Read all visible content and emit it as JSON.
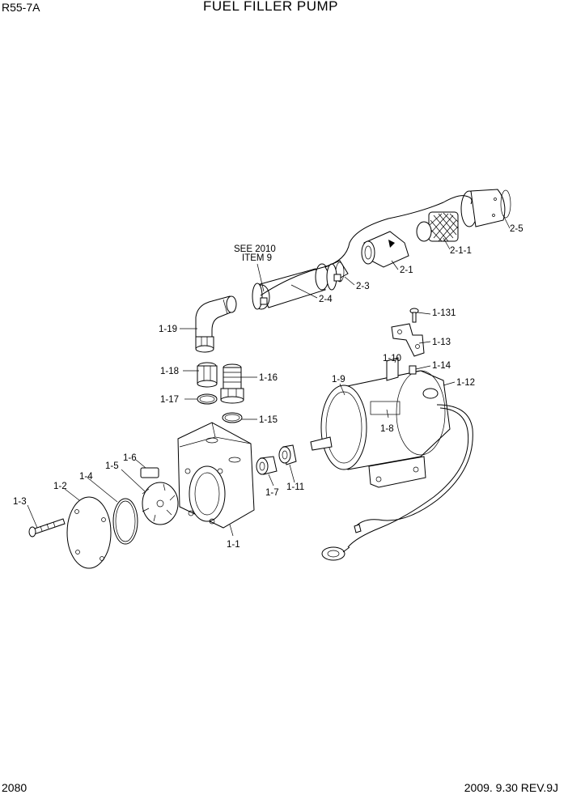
{
  "header": {
    "model": "R55-7A",
    "title": "FUEL FILLER PUMP"
  },
  "footer": {
    "page_number": "2080",
    "revision": "2009. 9.30 REV.9J"
  },
  "note": {
    "line1": "SEE 2010",
    "line2": "ITEM 9"
  },
  "callouts": {
    "p1_1": "1-1",
    "p1_2": "1-2",
    "p1_3": "1-3",
    "p1_4": "1-4",
    "p1_5": "1-5",
    "p1_6": "1-6",
    "p1_7": "1-7",
    "p1_8": "1-8",
    "p1_9": "1-9",
    "p1_10": "1-10",
    "p1_11": "1-11",
    "p1_12": "1-12",
    "p1_13": "1-13",
    "p1_14": "1-14",
    "p1_15": "1-15",
    "p1_16": "1-16",
    "p1_17": "1-17",
    "p1_18": "1-18",
    "p1_19": "1-19",
    "p1_131": "1-131",
    "p2_1": "2-1",
    "p2_1_1": "2-1-1",
    "p2_3": "2-3",
    "p2_4": "2-4",
    "p2_5": "2-5"
  }
}
